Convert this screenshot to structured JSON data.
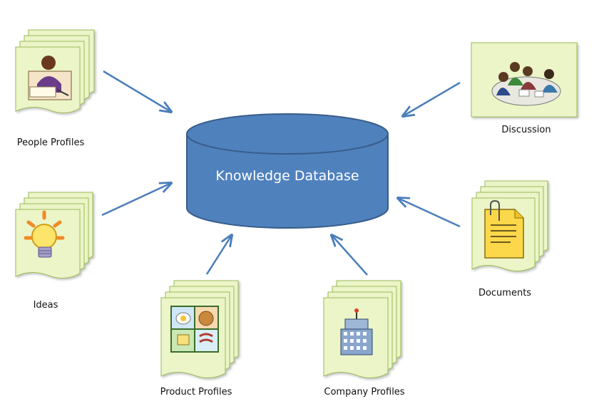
{
  "database": {
    "label": "Knowledge Database",
    "fill": "#4f81bd",
    "stroke": "#385d8a"
  },
  "sources": [
    {
      "id": "people",
      "label": "People Profiles",
      "icon": "person-writing-icon"
    },
    {
      "id": "ideas",
      "label": "Ideas",
      "icon": "lightbulb-icon"
    },
    {
      "id": "products",
      "label": "Product Profiles",
      "icon": "food-grid-icon"
    },
    {
      "id": "companies",
      "label": "Company Profiles",
      "icon": "building-icon"
    },
    {
      "id": "documents",
      "label": "Documents",
      "icon": "document-icon"
    },
    {
      "id": "discussion",
      "label": "Discussion",
      "icon": "meeting-icon"
    }
  ],
  "colors": {
    "card": "#ebf5c8",
    "card_stroke": "#9bbb59",
    "arrow": "#4a7ebb"
  }
}
